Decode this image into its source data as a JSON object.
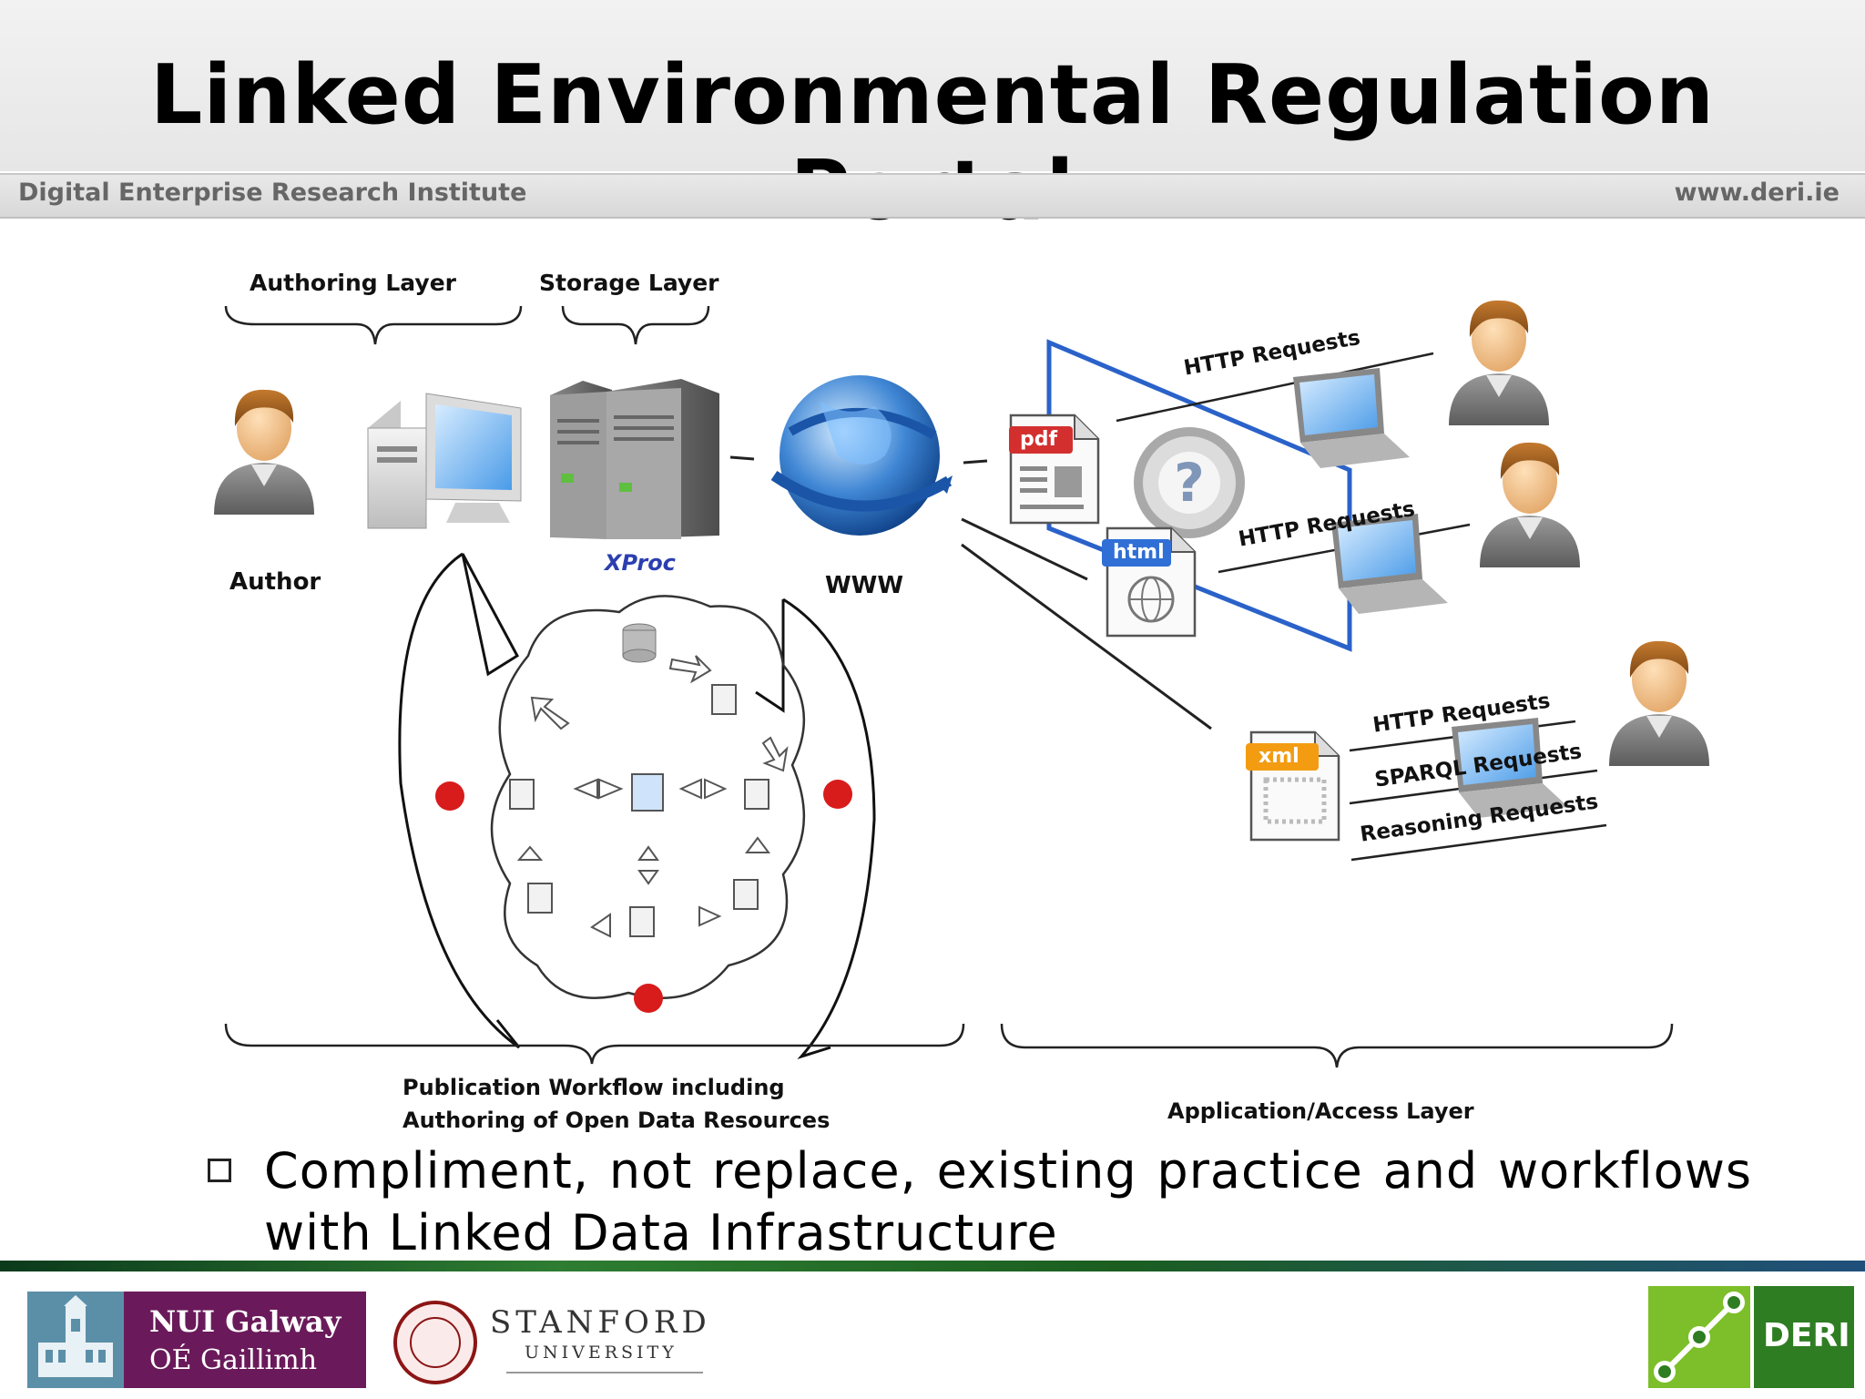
{
  "slide": {
    "title": "Linked Environmental Regulation Portal",
    "institute": "Digital Enterprise Research Institute",
    "website": "www.deri.ie"
  },
  "diagram": {
    "layers": {
      "authoring": "Authoring Layer",
      "storage": "Storage Layer",
      "publication_line1": "Publication Workflow including",
      "publication_line2": "Authoring of Open Data Resources",
      "application": "Application/Access Layer"
    },
    "nodes": {
      "author": "Author",
      "www": "WWW",
      "xproc": "XProc"
    },
    "documents": {
      "pdf": "pdf",
      "html": "html",
      "xml": "xml"
    },
    "requests": {
      "http_1": "HTTP Requests",
      "http_2": "HTTP Requests",
      "http_3": "HTTP Requests",
      "sparql": "SPARQL Requests",
      "reasoning": "Reasoning Requests"
    },
    "colors": {
      "accent_blue": "#2a62c9",
      "pdf_red": "#d32f2f",
      "html_blue": "#2f6fd6",
      "xml_orange": "#f39c12"
    }
  },
  "bullet": {
    "text": "Compliment, not replace, existing practice and workflows with Linked Data Infrastructure"
  },
  "footer": {
    "nui_line1": "NUI Galway",
    "nui_line2": "OÉ Gaillimh",
    "stanford_name": "STANFORD",
    "stanford_univ": "UNIVERSITY",
    "deri": "DERI"
  }
}
